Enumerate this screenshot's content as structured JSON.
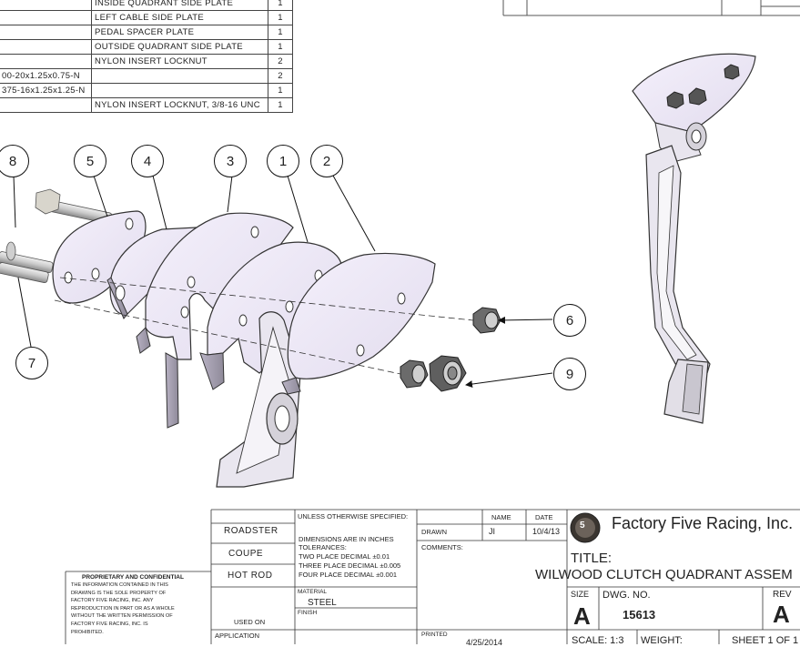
{
  "bom": {
    "rows": [
      {
        "part": "",
        "description": "INSIDE QUADRANT SIDE PLATE",
        "qty": "1"
      },
      {
        "part": "",
        "description": "LEFT CABLE SIDE PLATE",
        "qty": "1"
      },
      {
        "part": "",
        "description": "PEDAL SPACER PLATE",
        "qty": "1"
      },
      {
        "part": "",
        "description": "OUTSIDE QUADRANT SIDE PLATE",
        "qty": "1"
      },
      {
        "part": "",
        "description": "NYLON INSERT LOCKNUT",
        "qty": "2"
      },
      {
        "part": "00-20x1.25x0.75-N",
        "description": "",
        "qty": "2"
      },
      {
        "part": "375-16x1.25x1.25-N",
        "description": "",
        "qty": "1"
      },
      {
        "part": "",
        "description": "NYLON INSERT LOCKNUT, 3/8-16 UNC",
        "qty": "1"
      }
    ]
  },
  "balloons": [
    "8",
    "5",
    "4",
    "3",
    "1",
    "2",
    "6",
    "9",
    "7"
  ],
  "title_block": {
    "variants": [
      "ROADSTER",
      "COUPE",
      "HOT ROD"
    ],
    "used_on": "USED ON",
    "application": "APPLICATION",
    "unless_specified": "UNLESS OTHERWISE SPECIFIED:",
    "dimensions": "DIMENSIONS ARE IN INCHES",
    "tolerances": "TOLERANCES:",
    "two_place": "TWO PLACE DECIMAL  ±0.01",
    "three_place": "THREE PLACE DECIMAL ±0.005",
    "four_place": "FOUR PLACE DECIMAL  ±0.001",
    "material_label": "MATERIAL",
    "material": "STEEL",
    "finish_label": "FINISH",
    "name_header": "NAME",
    "date_header": "DATE",
    "drawn_label": "DRAWN",
    "drawn_name": "JI",
    "drawn_date": "10/4/13",
    "comments_label": "COMMENTS:",
    "printed_label": "PRINTED",
    "printed_date": "4/25/2014",
    "company": "Factory Five Racing, Inc.",
    "logo_number": "5",
    "title_label": "TITLE:",
    "title": "WILWOOD CLUTCH QUADRANT ASSEM",
    "size_label": "SIZE",
    "size": "A",
    "dwg_label": "DWG.  NO.",
    "dwg_no": "15613",
    "rev_label": "REV",
    "rev": "A",
    "scale": "SCALE: 1:3",
    "weight": "WEIGHT:",
    "sheet": "SHEET 1 OF 1"
  },
  "confidential": {
    "heading": "PROPRIETARY AND CONFIDENTIAL",
    "lines": [
      "THE INFORMATION CONTAINED IN THIS",
      "DRAWING IS THE SOLE PROPERTY OF",
      "FACTORY FIVE RACING, INC.  ANY",
      "REPRODUCTION IN PART OR AS A WHOLE",
      "WITHOUT THE WRITTEN PERMISSION OF",
      "FACTORY FIVE RACING, INC. IS",
      "PROHIBITED."
    ]
  }
}
